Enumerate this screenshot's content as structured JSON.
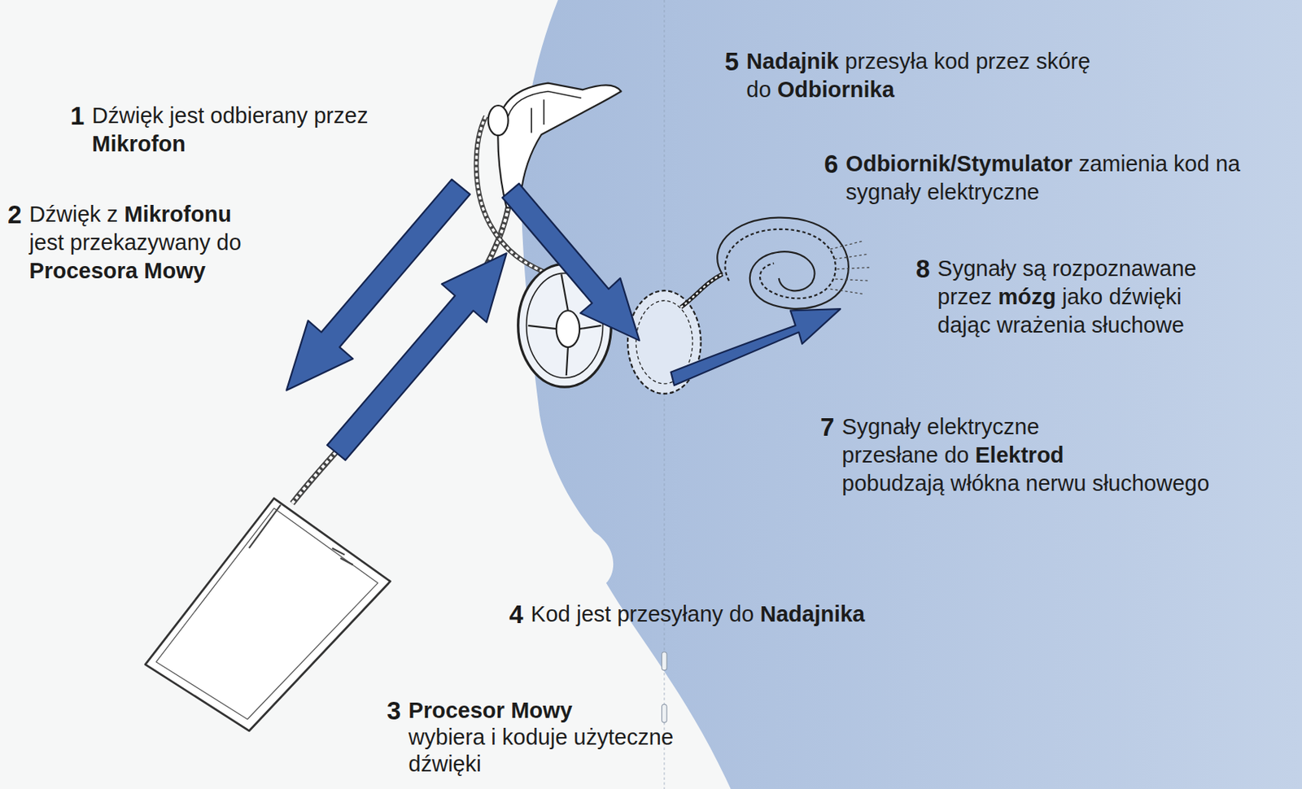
{
  "diagram": {
    "labels": [
      "1",
      "Dźwięk jest odbierany przez",
      "Mikrofon",
      "2",
      "Dźwięk z",
      "Mikrofonu",
      "jest przekazywany do",
      "Procesora Mowy",
      "3",
      "Procesor Mowy",
      "wybiera i koduje użyteczne dźwięki",
      "4",
      "Kod jest przesyłany do",
      "Nadajnika",
      "5",
      "Nadajnik",
      "przesyła kod przez skórę do",
      "Odbiornika",
      "6",
      "Odbiornik/Stymulator",
      "zamienia kod na sygnały elektryczne",
      "7",
      "Sygnały elektryczne przesłane do",
      "Elektrod",
      "pobudzają włókna nerwu słuchowego",
      "8",
      "Sygnały są rozpoznawane przez",
      "mózg",
      "jako dźwięki dając wrażenia słuchowe"
    ]
  }
}
